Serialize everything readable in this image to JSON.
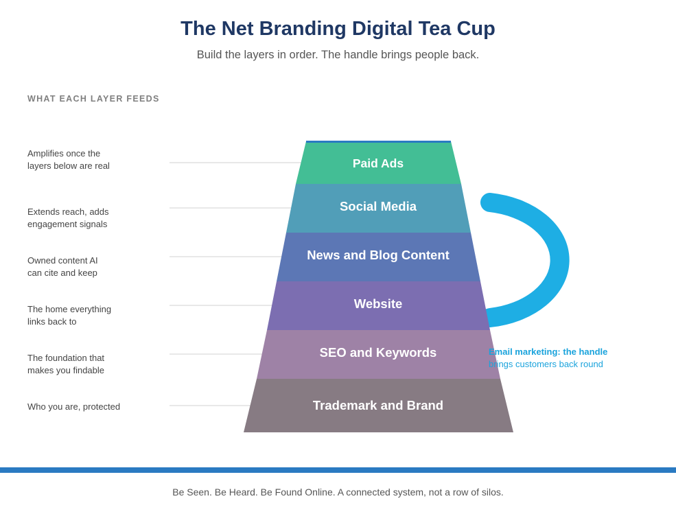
{
  "header": {
    "title": "The Net Branding Digital Tea Cup",
    "subtitle": "Build the layers in order. The handle brings people back."
  },
  "annotations": {
    "section_label": "WHAT EACH LAYER FEEDS",
    "items": [
      {
        "lines": [
          "Amplifies once the",
          "layers below are real"
        ]
      },
      {
        "lines": [
          "Extends reach, adds",
          "engagement signals"
        ]
      },
      {
        "lines": [
          "Owned content AI",
          "can cite and keep"
        ]
      },
      {
        "lines": [
          "The home everything",
          "links back to"
        ]
      },
      {
        "lines": [
          "The foundation that",
          "makes you findable"
        ]
      },
      {
        "lines": [
          "Who you are, protected"
        ]
      }
    ]
  },
  "cup": {
    "layers": [
      {
        "label": "Paid Ads",
        "color": "#43be95"
      },
      {
        "label": "Social Media",
        "color": "#519eb8"
      },
      {
        "label": "News and Blog Content",
        "color": "#5c77b5"
      },
      {
        "label": "Website",
        "color": "#7c6eb1"
      },
      {
        "label": "SEO and Keywords",
        "color": "#9e82a6"
      },
      {
        "label": "Trademark and Brand",
        "color": "#877b83"
      }
    ],
    "rim_color": "#2a7ac2",
    "handle": {
      "color": "#1eaee4",
      "note_line1": "Email marketing: the handle",
      "note_line2": "brings customers back round"
    }
  },
  "footer": {
    "text": "Be Seen. Be Heard. Be Found Online. A connected system, not a row of silos.",
    "bar_color": "#2a7ac2"
  }
}
